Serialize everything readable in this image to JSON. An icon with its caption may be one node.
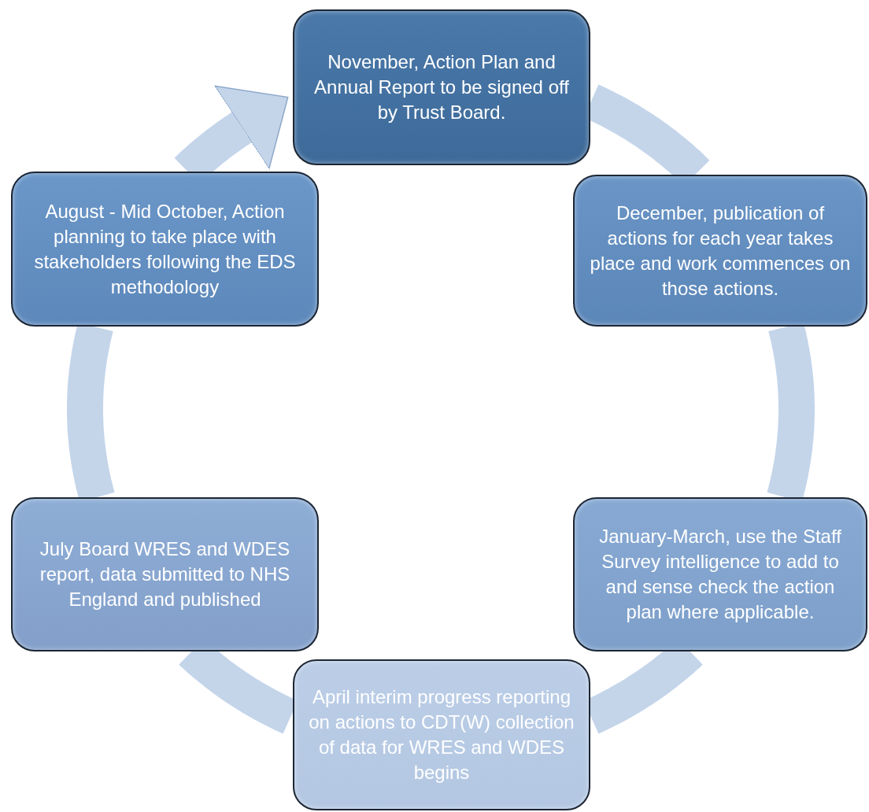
{
  "diagram": {
    "nodes": [
      {
        "text": [
          "November, Action Plan and Annual Report to be signed off by Trust Board."
        ]
      },
      {
        "text": [
          "December, publication of actions for each year takes place and work commences on those actions."
        ]
      },
      {
        "text": [
          "January-March, use the Staff Survey intelligence to add to and sense check the action plan where applicable."
        ]
      },
      {
        "text": [
          "April interim progress reporting on actions to CDT(W) collection of data for WRES and WDES begins"
        ]
      },
      {
        "text": [
          "July Board  WRES and WDES report, data submitted to NHS England and published"
        ]
      },
      {
        "text": [
          "August - Mid October, Action planning to take place with stakeholders following the EDS methodology"
        ]
      }
    ],
    "edges": [
      {
        "from": 0,
        "to": 1,
        "arrow": "none"
      },
      {
        "from": 1,
        "to": 2,
        "arrow": "none"
      },
      {
        "from": 2,
        "to": 3,
        "arrow": "none"
      },
      {
        "from": 3,
        "to": 4,
        "arrow": "none"
      },
      {
        "from": 4,
        "to": 5,
        "arrow": "none"
      },
      {
        "from": 5,
        "to": 0,
        "arrow": "to"
      }
    ]
  }
}
